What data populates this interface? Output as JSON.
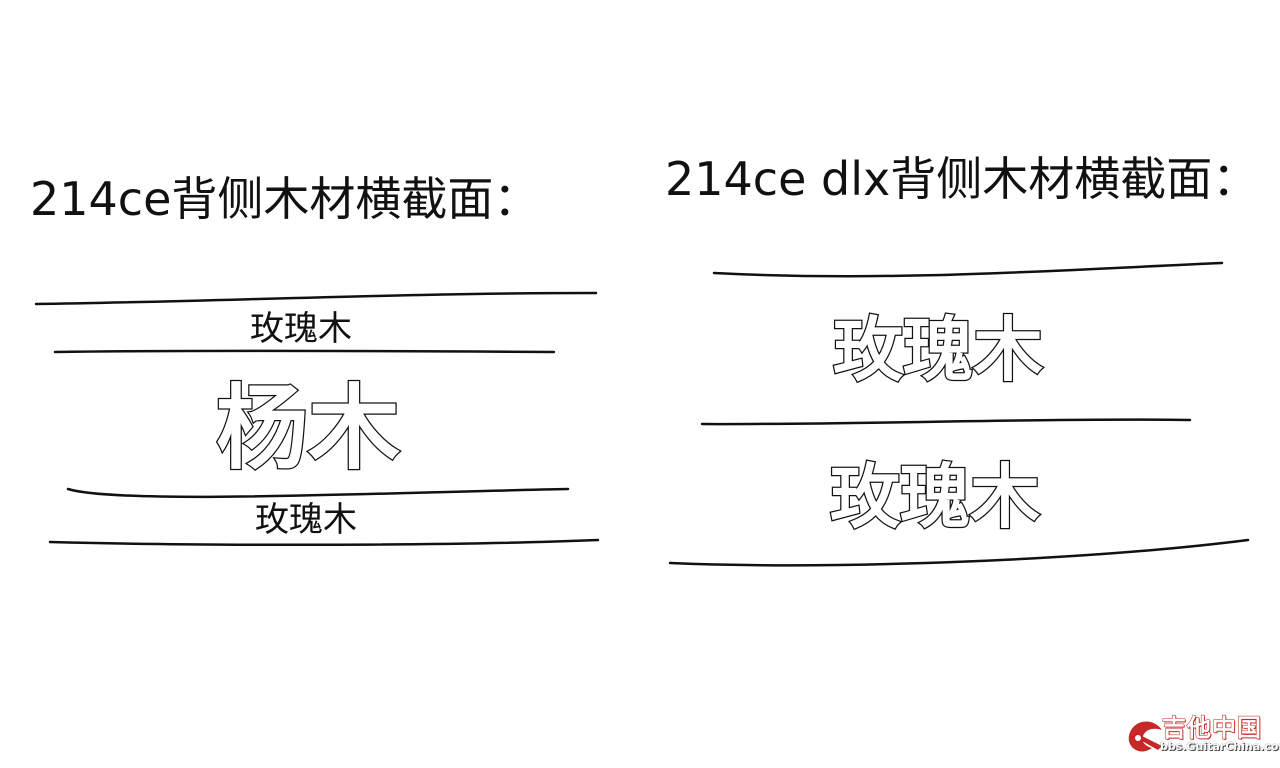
{
  "left": {
    "title": "214ce背侧木材横截面：",
    "layers": {
      "top": "玫瑰木",
      "middle": "杨木",
      "bottom": "玫瑰木"
    }
  },
  "right": {
    "title": "214ce dlx背侧木材横截面：",
    "layers": {
      "top": "玫瑰木",
      "bottom": "玫瑰木"
    }
  },
  "watermark": {
    "brand": "吉他中国",
    "url": "bbs.GuitarChina.com",
    "logo_color": "#c62828"
  }
}
